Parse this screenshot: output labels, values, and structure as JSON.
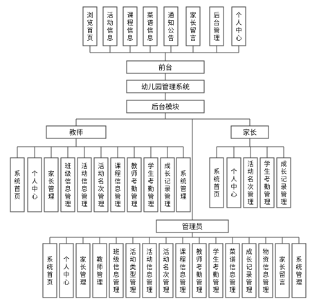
{
  "diagram": {
    "front_modules": [
      "浏览首页",
      "活动信息",
      "课程信息",
      "菜谱信息",
      "通知公告",
      "家长留言",
      "后台管理",
      "个人中心"
    ],
    "front": "前台",
    "system": "幼儿园管理系统",
    "backend": "后台模块",
    "teacher": {
      "label": "教师",
      "modules": [
        "系统首页",
        "个人中心",
        "家长管理",
        "班级信息管理",
        "活动信息管理",
        "活动名次管理",
        "课程信息管理",
        "教师考勤管理",
        "学生考勤管理",
        "成长记录管理",
        "系统管理"
      ]
    },
    "parent": {
      "label": "家长",
      "modules": [
        "系统首页",
        "个人中心",
        "活动名次管理",
        "学生考勤管理",
        "成长记录管理"
      ]
    },
    "admin": {
      "label": "管理员",
      "modules": [
        "系统首页",
        "个人中心",
        "家长管理",
        "教师管理",
        "班级信息管理",
        "活动类型管理",
        "活动信息管理",
        "活动名次管理",
        "课程信息管理",
        "教师考勤管理",
        "学生考勤管理",
        "菜谱信息管理",
        "成长记录管理",
        "物资信息管理",
        "家长留言",
        "系统管理"
      ]
    }
  }
}
